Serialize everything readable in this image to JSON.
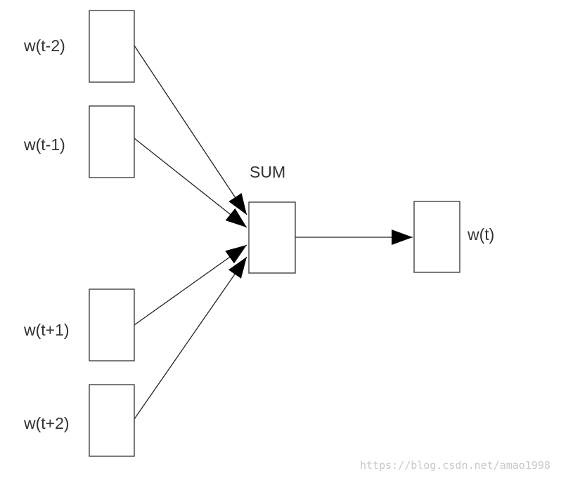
{
  "diagram": {
    "inputs": [
      {
        "label": "w(t-2)"
      },
      {
        "label": "w(t-1)"
      },
      {
        "label": "w(t+1)"
      },
      {
        "label": "w(t+2)"
      }
    ],
    "sum": {
      "label": "SUM"
    },
    "output": {
      "label": "w(t)"
    }
  },
  "watermark": "https://blog.csdn.net/amao1998",
  "colors": {
    "stroke": "#333333",
    "arrow": "#000000",
    "text": "#333333",
    "watermark": "#c8c8c8"
  }
}
